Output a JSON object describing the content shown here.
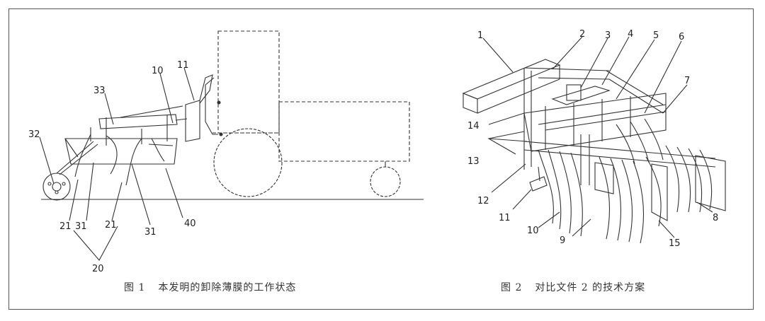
{
  "figure1": {
    "caption_num": "图 1",
    "caption_text": "本发明的卸除薄膜的工作状态",
    "labels": [
      "10",
      "11",
      "33",
      "32",
      "21",
      "31",
      "21",
      "31",
      "40",
      "20"
    ]
  },
  "figure2": {
    "caption_num": "图 2",
    "caption_text": "对比文件 2 的技术方案",
    "labels": [
      "1",
      "2",
      "3",
      "4",
      "5",
      "6",
      "7",
      "14",
      "13",
      "12",
      "11",
      "10",
      "9",
      "15",
      "8"
    ]
  }
}
